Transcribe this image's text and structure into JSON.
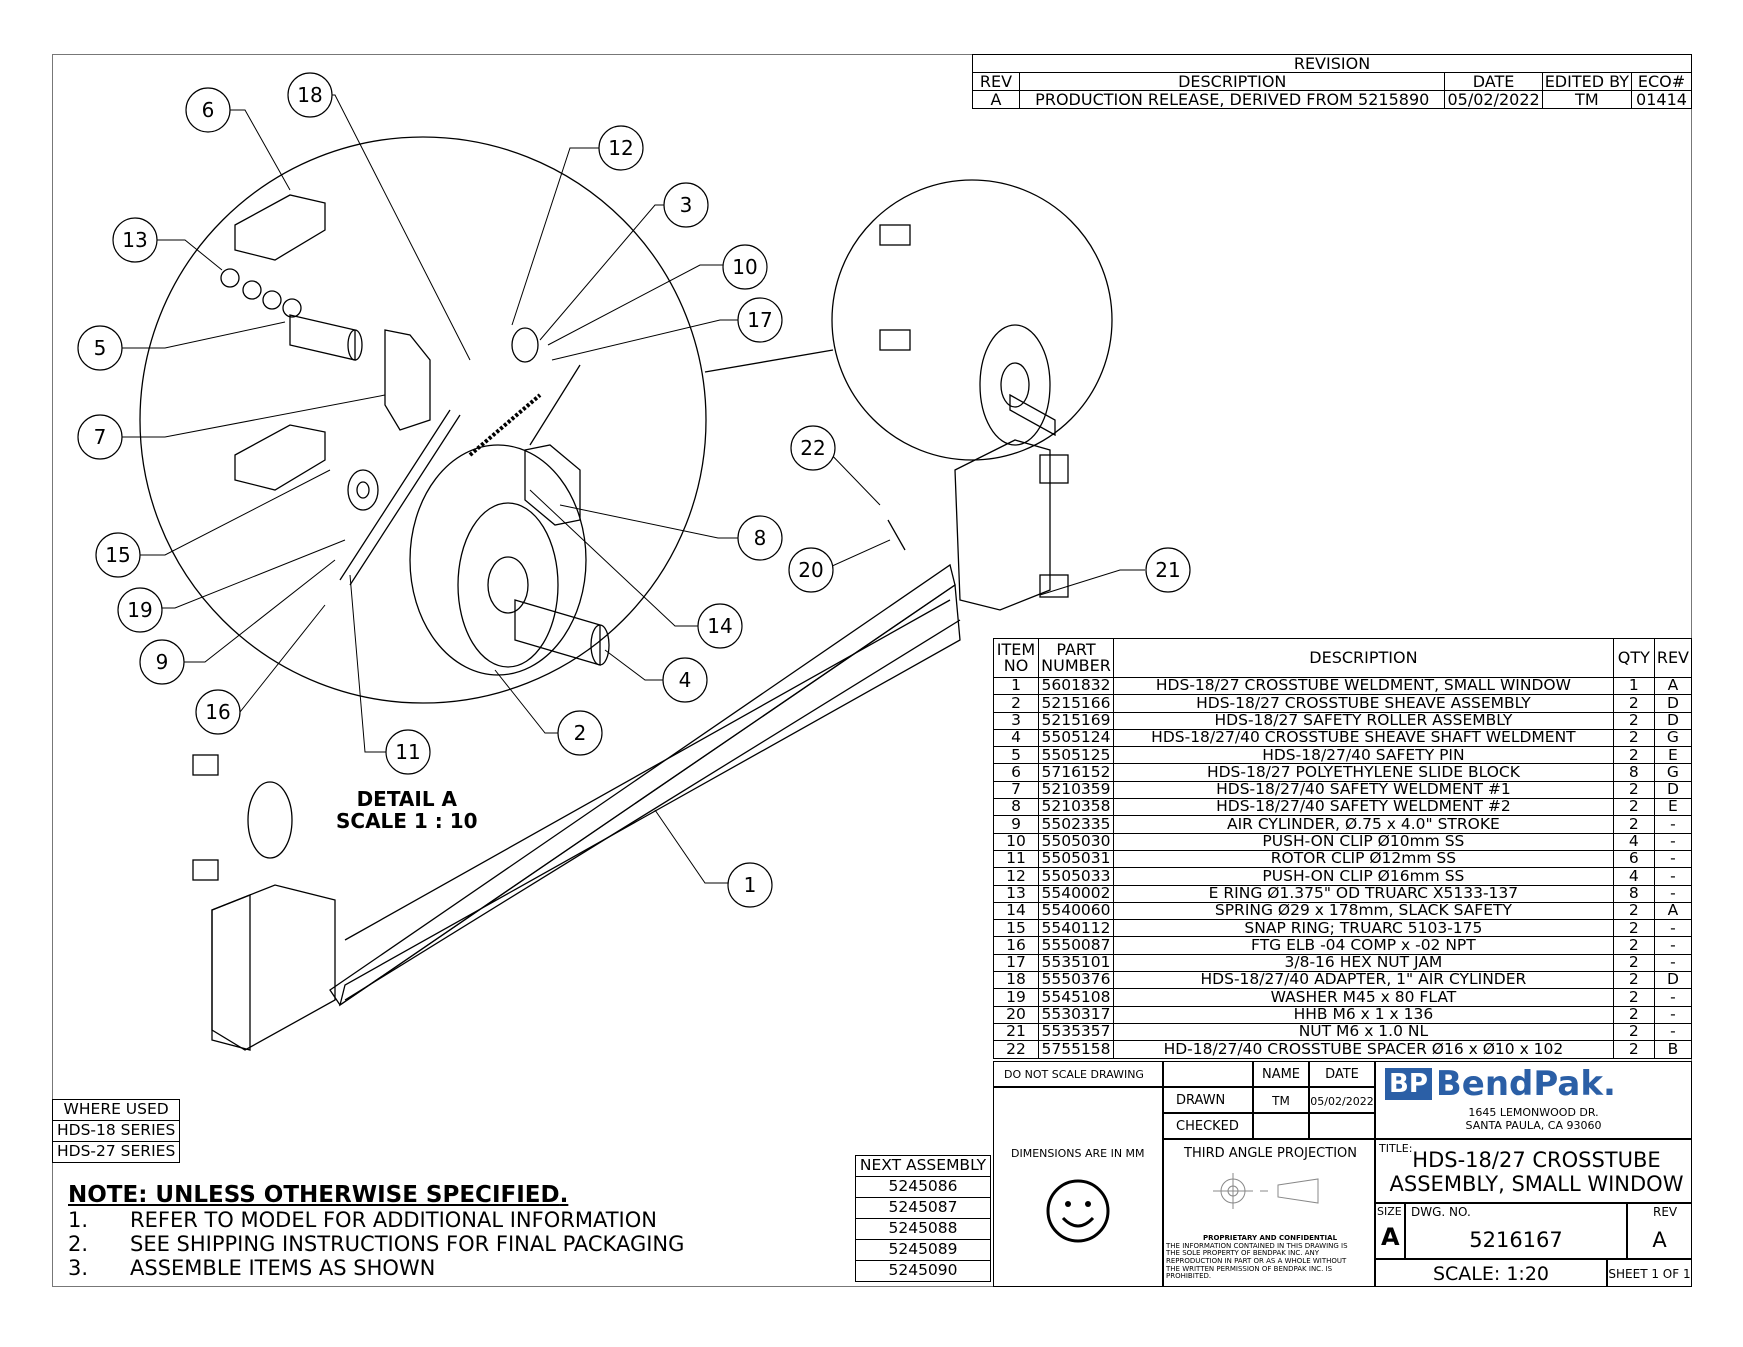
{
  "revision": {
    "title": "REVISION",
    "headers": [
      "REV",
      "DESCRIPTION",
      "DATE",
      "EDITED BY",
      "ECO#"
    ],
    "rows": [
      [
        "A",
        "PRODUCTION RELEASE, DERIVED FROM 5215890",
        "05/02/2022",
        "TM",
        "01414"
      ]
    ]
  },
  "bom": {
    "headers": {
      "item": "ITEM NO",
      "part": "PART NUMBER",
      "desc": "DESCRIPTION",
      "qty": "QTY",
      "rev": "REV"
    },
    "rows": [
      [
        "1",
        "5601832",
        "HDS-18/27 CROSSTUBE WELDMENT, SMALL WINDOW",
        "1",
        "A"
      ],
      [
        "2",
        "5215166",
        "HDS-18/27 CROSSTUBE SHEAVE ASSEMBLY",
        "2",
        "D"
      ],
      [
        "3",
        "5215169",
        "HDS-18/27 SAFETY ROLLER ASSEMBLY",
        "2",
        "D"
      ],
      [
        "4",
        "5505124",
        "HDS-18/27/40 CROSSTUBE SHEAVE SHAFT WELDMENT",
        "2",
        "G"
      ],
      [
        "5",
        "5505125",
        "HDS-18/27/40 SAFETY PIN",
        "2",
        "E"
      ],
      [
        "6",
        "5716152",
        "HDS-18/27 POLYETHYLENE SLIDE BLOCK",
        "8",
        "G"
      ],
      [
        "7",
        "5210359",
        "HDS-18/27/40 SAFETY WELDMENT #1",
        "2",
        "D"
      ],
      [
        "8",
        "5210358",
        "HDS-18/27/40 SAFETY WELDMENT #2",
        "2",
        "E"
      ],
      [
        "9",
        "5502335",
        "AIR CYLINDER, Ø.75 x 4.0\" STROKE",
        "2",
        "-"
      ],
      [
        "10",
        "5505030",
        "PUSH-ON CLIP Ø10mm SS",
        "4",
        "-"
      ],
      [
        "11",
        "5505031",
        "ROTOR CLIP Ø12mm SS",
        "6",
        "-"
      ],
      [
        "12",
        "5505033",
        "PUSH-ON CLIP Ø16mm SS",
        "4",
        "-"
      ],
      [
        "13",
        "5540002",
        "E RING Ø1.375\" OD TRUARC X5133-137",
        "8",
        "-"
      ],
      [
        "14",
        "5540060",
        "SPRING Ø29 x 178mm, SLACK SAFETY",
        "2",
        "A"
      ],
      [
        "15",
        "5540112",
        "SNAP RING; TRUARC 5103-175",
        "2",
        "-"
      ],
      [
        "16",
        "5550087",
        "FTG ELB -04 COMP x -02 NPT",
        "2",
        "-"
      ],
      [
        "17",
        "5535101",
        "3/8-16 HEX NUT JAM",
        "2",
        "-"
      ],
      [
        "18",
        "5550376",
        "HDS-18/27/40 ADAPTER, 1\" AIR CYLINDER",
        "2",
        "D"
      ],
      [
        "19",
        "5545108",
        "WASHER M45 x 80 FLAT",
        "2",
        "-"
      ],
      [
        "20",
        "5530317",
        "HHB M6 x 1 x 136",
        "2",
        "-"
      ],
      [
        "21",
        "5535357",
        "NUT M6 x 1.0 NL",
        "2",
        "-"
      ],
      [
        "22",
        "5755158",
        "HD-18/27/40 CROSSTUBE SPACER  Ø16 x Ø10 x 102",
        "2",
        "B"
      ]
    ]
  },
  "title_block": {
    "do_not_scale": "DO NOT SCALE DRAWING",
    "name_label": "NAME",
    "date_label": "DATE",
    "drawn_label": "DRAWN",
    "drawn_name": "TM",
    "drawn_date": "05/02/2022",
    "checked_label": "CHECKED",
    "dimensions": "DIMENSIONS ARE IN MM",
    "projection": "THIRD ANGLE PROJECTION",
    "company_bp": "BP",
    "company_name": "BendPak.",
    "address1": "1645 LEMONWOOD DR.",
    "address2": "SANTA PAULA, CA 93060",
    "title_label": "TITLE:",
    "title_line1": "HDS-18/27 CROSSTUBE",
    "title_line2": "ASSEMBLY, SMALL WINDOW",
    "proprietary_title": "PROPRIETARY AND CONFIDENTIAL",
    "proprietary_1": "THE INFORMATION CONTAINED IN THIS DRAWING IS",
    "proprietary_2": "THE SOLE PROPERTY OF BENDPAK INC. ANY",
    "proprietary_3": "REPRODUCTION IN PART OR AS A WHOLE WITHOUT",
    "proprietary_4": "THE WRITTEN PERMISSION OF BENDPAK INC. IS",
    "proprietary_5": "PROHIBITED.",
    "size_label": "SIZE",
    "size": "A",
    "dwg_label": "DWG.  NO.",
    "dwg_no": "5216167",
    "rev_label": "REV",
    "rev": "A",
    "scale": "SCALE: 1:20",
    "sheet": "SHEET 1 OF 1"
  },
  "where_used": {
    "header": "WHERE USED",
    "rows": [
      "HDS-18 SERIES",
      "HDS-27 SERIES"
    ]
  },
  "next_assembly": {
    "header": "NEXT ASSEMBLY",
    "rows": [
      "5245086",
      "5245087",
      "5245088",
      "5245089",
      "5245090"
    ]
  },
  "notes": {
    "title": "NOTE: UNLESS OTHERWISE SPECIFIED",
    "items": [
      {
        "num": "1.",
        "text": "REFER TO MODEL FOR ADDITIONAL INFORMATION"
      },
      {
        "num": "2.",
        "text": "SEE SHIPPING INSTRUCTIONS FOR FINAL PACKAGING"
      },
      {
        "num": "3.",
        "text": "ASSEMBLE ITEMS AS SHOWN"
      }
    ]
  },
  "detail": {
    "line1": "DETAIL A",
    "line2": "SCALE 1 : 10"
  },
  "balloons": [
    "1",
    "2",
    "3",
    "4",
    "5",
    "6",
    "7",
    "8",
    "9",
    "10",
    "11",
    "12",
    "13",
    "14",
    "15",
    "16",
    "17",
    "18",
    "19",
    "20",
    "21",
    "22"
  ],
  "icons": {
    "smiley": "smiley-face-icon",
    "projection": "third-angle-projection-icon",
    "logo": "bendpak-logo"
  },
  "colors": {
    "logo_blue": "#2b5fa6",
    "line": "#000000"
  }
}
